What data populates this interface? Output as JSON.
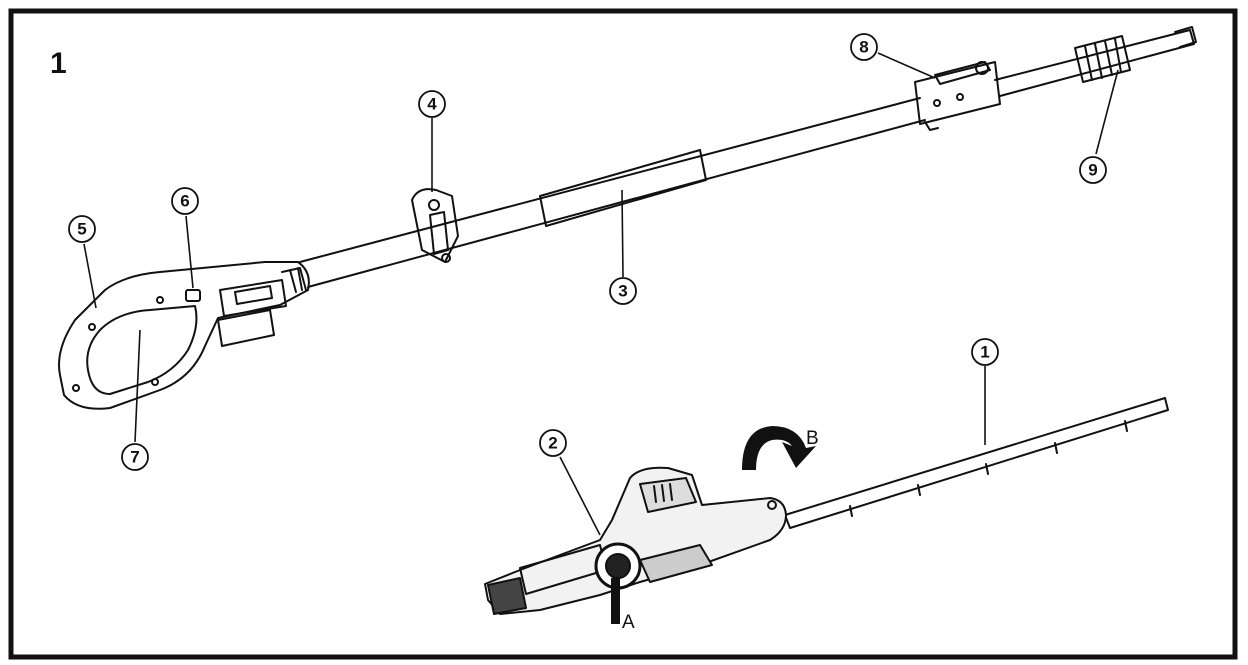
{
  "figure": {
    "number": "1"
  },
  "callouts": [
    {
      "id": "c1",
      "label": "1"
    },
    {
      "id": "c2",
      "label": "2"
    },
    {
      "id": "c3",
      "label": "3"
    },
    {
      "id": "c4",
      "label": "4"
    },
    {
      "id": "c5",
      "label": "5"
    },
    {
      "id": "c6",
      "label": "6"
    },
    {
      "id": "c7",
      "label": "7"
    },
    {
      "id": "c8",
      "label": "8"
    },
    {
      "id": "c9",
      "label": "9"
    }
  ],
  "letters": {
    "a": "A",
    "b": "B"
  },
  "colors": {
    "line": "#111111",
    "frame": "#111111",
    "background": "#ffffff"
  }
}
